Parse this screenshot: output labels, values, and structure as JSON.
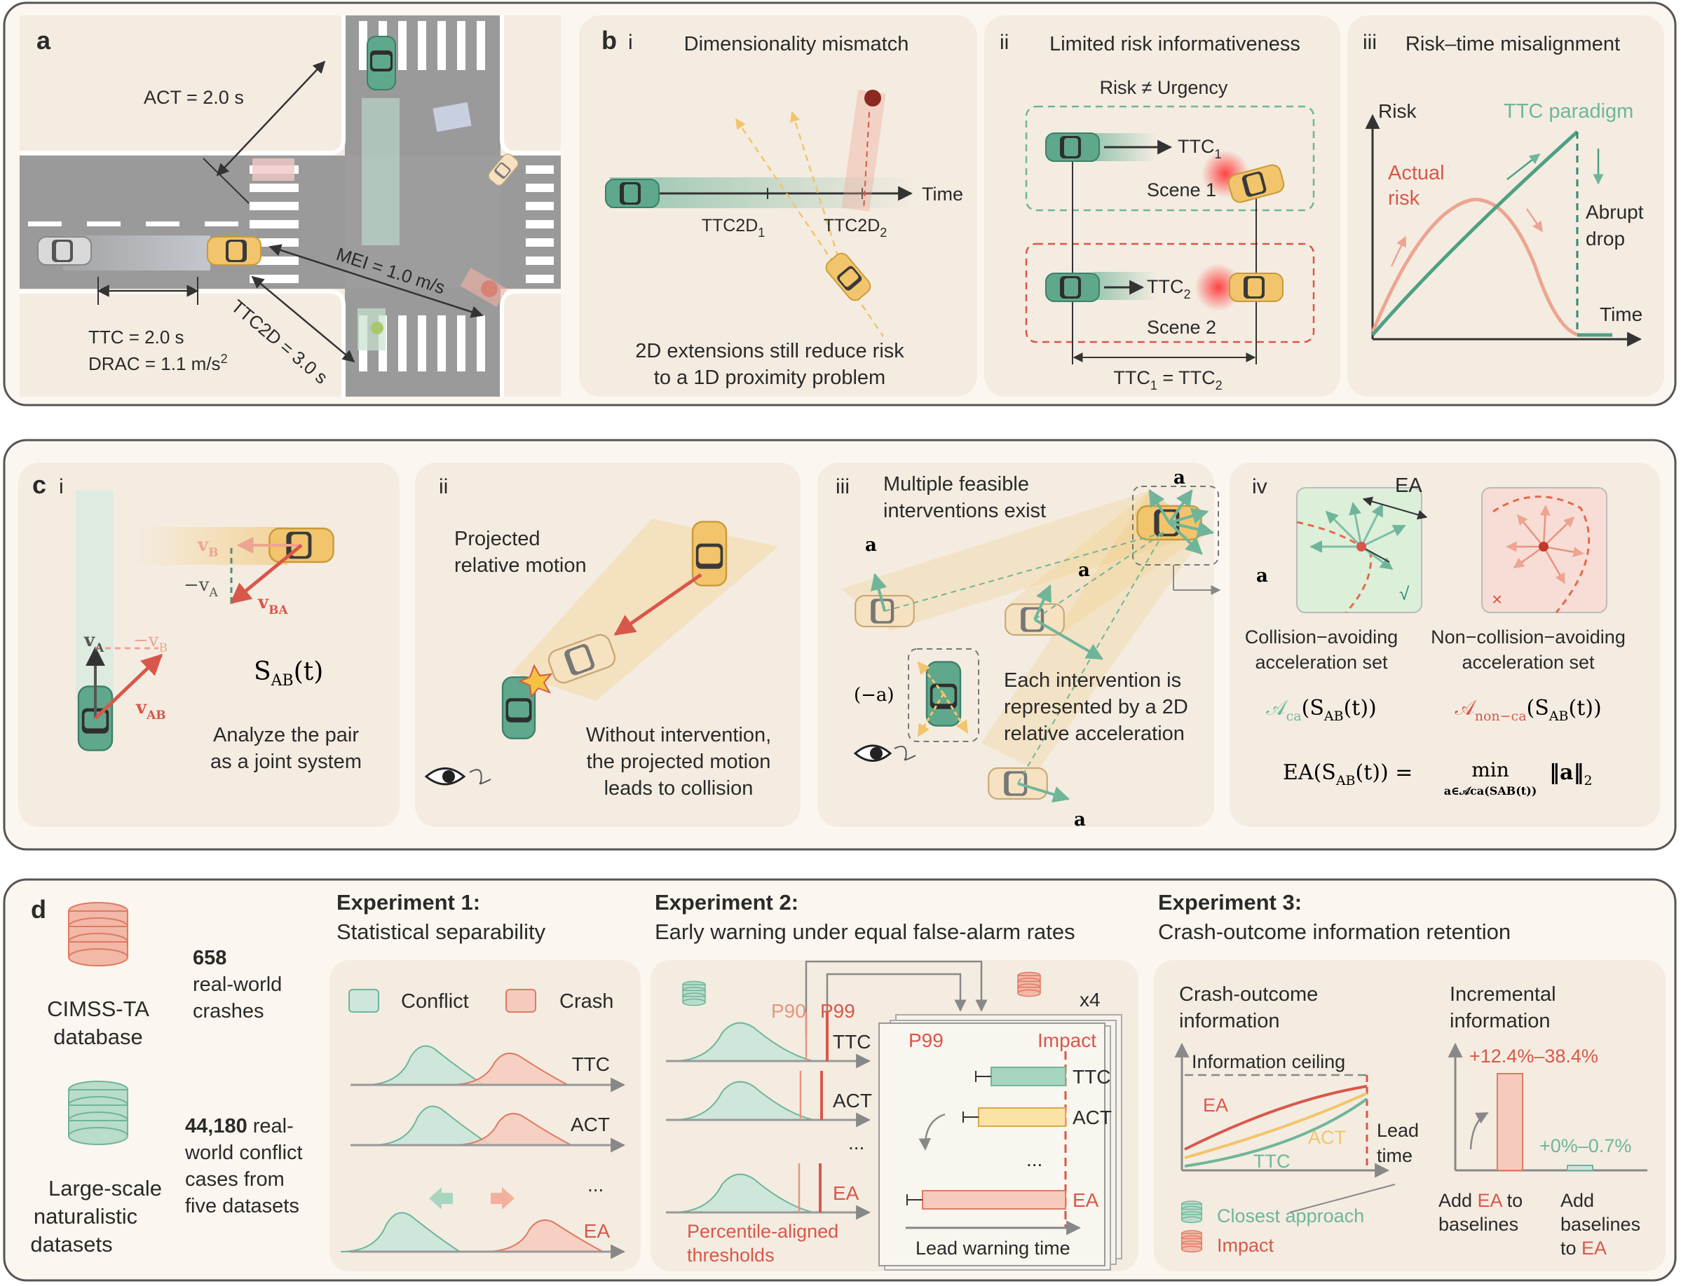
{
  "colors": {
    "panel_border": "#555555",
    "panel_bg": "#fbf6ef",
    "subpanel_bg": "#f4ece1",
    "green": "#6fb59a",
    "green_dark": "#2f8a73",
    "red": "#d9574a",
    "salmon": "#eea491",
    "yellow": "#f2c46b",
    "gray_road": "#9a9a9a"
  },
  "panel_a": {
    "letter": "a",
    "act": "ACT = 2.0 s",
    "mei": "MEI = 1.0 m/s",
    "ttc": "TTC = 2.0 s",
    "drac": "DRAC = 1.1 m/s",
    "drac_sup": "2",
    "ttc2d": "TTC2D = 3.0 s"
  },
  "panel_b": {
    "letter": "b",
    "i": {
      "num": "i",
      "title": "Dimensionality mismatch",
      "time": "Time",
      "ttc2d1": "TTC2D",
      "ttc2d1_sub": "1",
      "ttc2d2": "TTC2D",
      "ttc2d2_sub": "2",
      "caption1": "2D extensions still reduce risk",
      "caption2": "to a 1D proximity problem"
    },
    "ii": {
      "num": "ii",
      "title": "Limited risk informativeness",
      "subtitle": "Risk ≠ Urgency",
      "ttc1": "TTC",
      "ttc1_sub": "1",
      "scene1": "Scene 1",
      "ttc2": "TTC",
      "ttc2_sub": "2",
      "scene2": "Scene 2",
      "eq_a": "TTC",
      "eq_a_sub": "1",
      "eq_mid": " = TTC",
      "eq_b_sub": "2"
    },
    "iii": {
      "num": "iii",
      "title": "Risk–time misalignment",
      "risk": "Risk",
      "ttc_paradigm": "TTC paradigm",
      "actual1": "Actual",
      "actual2": "risk",
      "abrupt1": "Abrupt",
      "abrupt2": "drop",
      "time": "Time"
    }
  },
  "panel_c": {
    "letter": "c",
    "i": {
      "num": "i",
      "vB": "v",
      "vB_sub": "B",
      "negvA": "−v",
      "negvA_sub": "A",
      "vBA": "v",
      "vBA_sub": "BA",
      "vA": "v",
      "vA_sub": "A",
      "negvB": "−v",
      "negvB_sub": "B",
      "vAB": "v",
      "vAB_sub": "AB",
      "sab": "S",
      "sab_sub": "AB",
      "sab_t": "(t)",
      "caption1": "Analyze the pair",
      "caption2": "as a joint system"
    },
    "ii": {
      "num": "ii",
      "proj1": "Projected",
      "proj2": "relative motion",
      "cap1": "Without intervention,",
      "cap2": "the projected motion",
      "cap3": "leads to collision"
    },
    "iii": {
      "num": "iii",
      "multi1": "Multiple feasible",
      "multi2": "interventions exist",
      "a": "a",
      "neg_a": "(−a)",
      "each1": "Each intervention is",
      "each2": "represented by a 2D",
      "each3": "relative acceleration"
    },
    "iv": {
      "num": "iv",
      "ea": "EA",
      "a": "a",
      "check": "√",
      "cross": "×",
      "ca1": "Collision−avoiding",
      "ca2": "acceleration set",
      "nca1": "Non−collision−avoiding",
      "nca2": "acceleration set",
      "set_ca": "𝒜",
      "set_ca_sub": "ca",
      "set_nca": "𝒜",
      "set_nca_sub": "non−ca",
      "set_arg": "(S",
      "set_arg_sub": "AB",
      "set_arg_end": "(t))",
      "formula_lhs": "EA(S",
      "formula_lhs_sub": "AB",
      "formula_lhs_end": "(t)) =",
      "min": "min",
      "min_sub": "a∈𝒜ca(SAB(t))",
      "norm": "‖a‖",
      "norm_sub": "2"
    }
  },
  "panel_d": {
    "letter": "d",
    "crash_count": "658",
    "crash_text1": "real-world",
    "crash_text2": "crashes",
    "db1": "CIMSS-TA",
    "db2": "database",
    "conflict_count": "44,180",
    "conflict_text0": " real-",
    "conflict_text1": "world conflict",
    "conflict_text2": "cases from",
    "conflict_text3": "five datasets",
    "nat1": "Large-scale",
    "nat2": "naturalistic",
    "nat3": "datasets",
    "exp1": {
      "title": "Experiment 1:",
      "subtitle": "Statistical separability",
      "legend_conflict": "Conflict",
      "legend_crash": "Crash",
      "rows": [
        "TTC",
        "ACT",
        "...",
        "EA"
      ]
    },
    "exp2": {
      "title": "Experiment 2:",
      "subtitle": "Early warning under equal false-alarm rates",
      "p90": "P90",
      "p99": "P99",
      "rows": [
        "TTC",
        "ACT",
        "...",
        "EA"
      ],
      "x4": "x4",
      "inner_p99": "P99",
      "impact": "Impact",
      "bars": [
        "TTC",
        "ACT",
        "...",
        "EA"
      ],
      "lead": "Lead warning time",
      "pct1": "Percentile-aligned",
      "pct2": "thresholds"
    },
    "exp3": {
      "title": "Experiment 3:",
      "subtitle": "Crash-outcome information retention",
      "info1": "Crash-outcome",
      "info2": "information",
      "ceiling": "Information ceiling",
      "ea": "EA",
      "act": "ACT",
      "ttc": "TTC",
      "lead1": "Lead",
      "lead2": "time",
      "legend_closest": "Closest approach",
      "legend_impact": "Impact",
      "inc1": "Incremental",
      "inc2": "information",
      "inc_big": "+12.4%–38.4%",
      "inc_small": "+0%–0.7%",
      "add1a": "Add ",
      "add1b": "EA",
      "add1c": " to",
      "add1d": "baselines",
      "add2a": "Add",
      "add2b": "baselines",
      "add2c": "to ",
      "add2d": "EA"
    }
  }
}
